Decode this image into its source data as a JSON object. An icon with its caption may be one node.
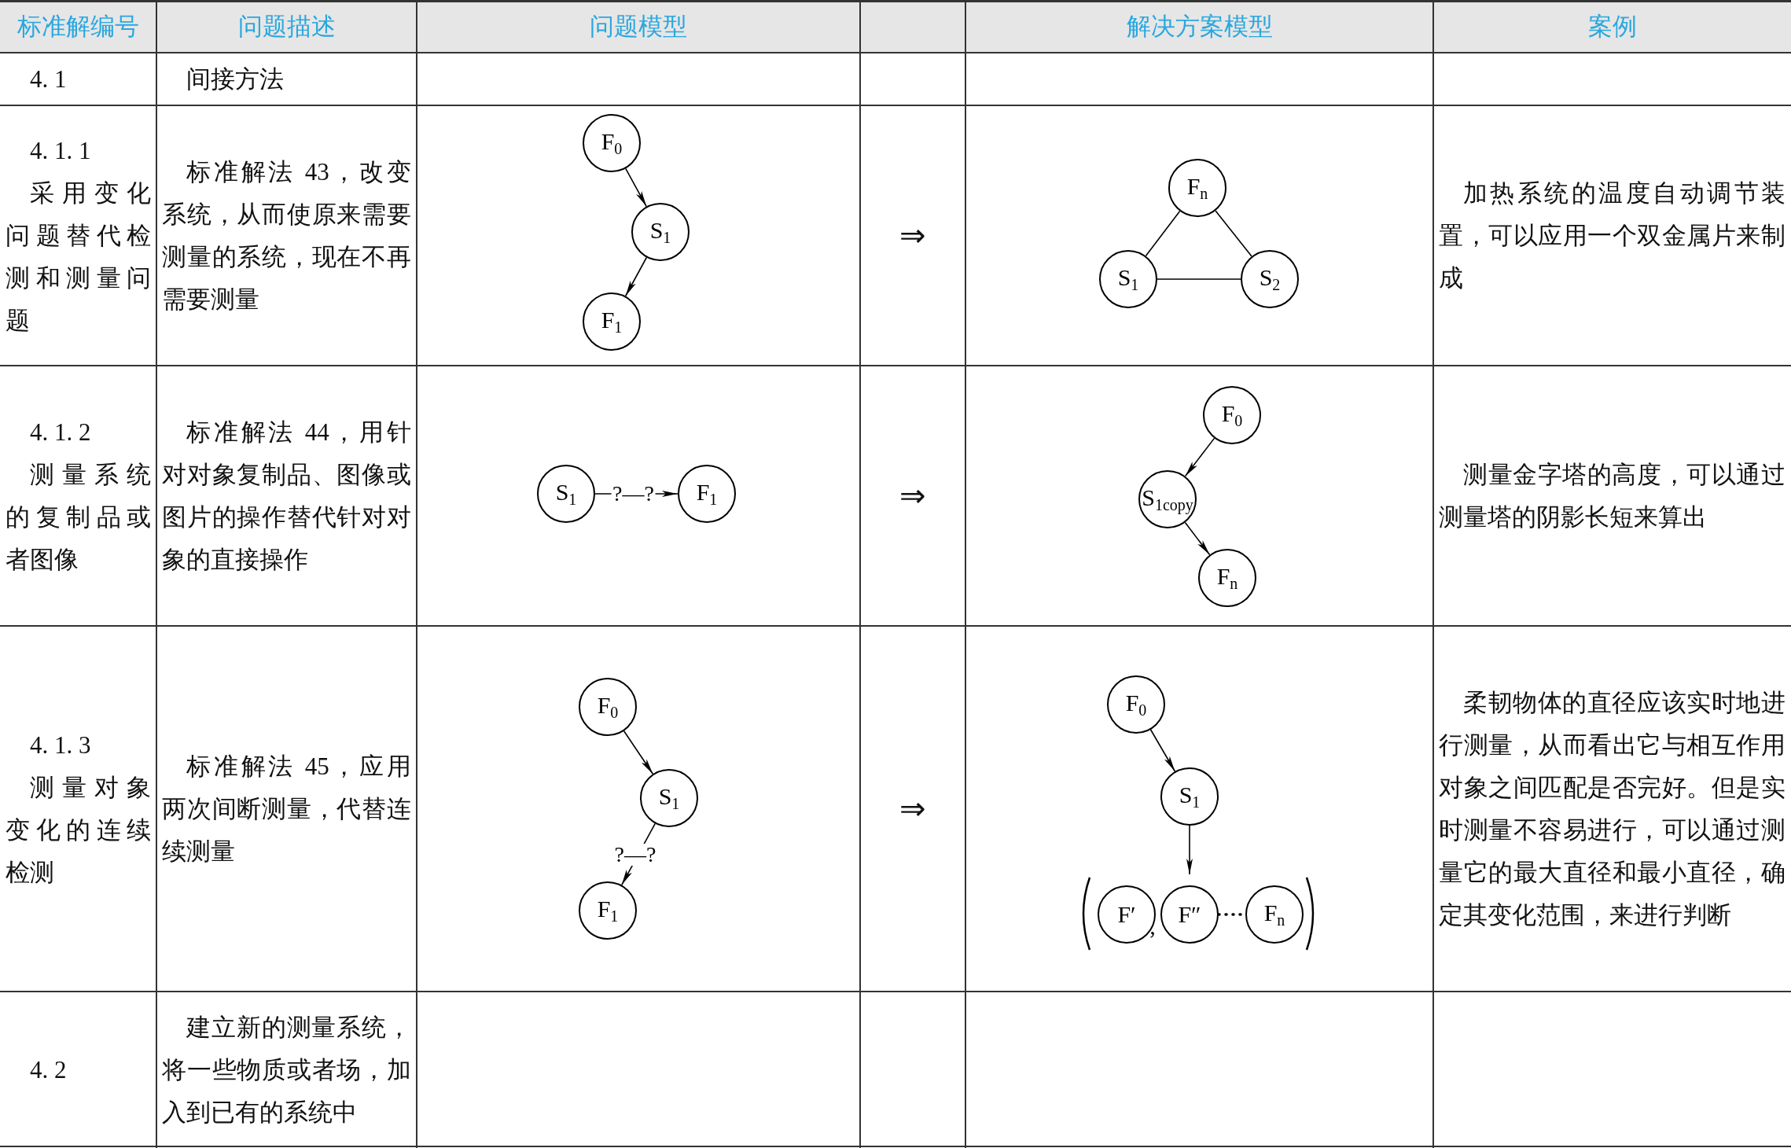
{
  "diagram": {
    "nodes": [
      {
        "text": [
          "F$_{0}$"
        ]
      },
      {
        "text": [
          "S$_{1}$"
        ]
      },
      {
        "text": [
          "F$_{1}$"
        ]
      },
      {
        "text": [
          "F$_{n}$"
        ]
      },
      {
        "text": [
          "S$_{1}$"
        ]
      },
      {
        "text": [
          "S$_{2}$"
        ]
      },
      {
        "text": [
          "S$_{1}$"
        ]
      },
      {
        "text": [
          "F$_{1}$"
        ]
      },
      {
        "text": [
          "F$_{0}$"
        ]
      },
      {
        "text": [
          "S$_{1copy}$"
        ]
      },
      {
        "text": [
          "F$_{n}$"
        ]
      },
      {
        "text": [
          "F$_{0}$"
        ]
      },
      {
        "text": [
          "S$_{1}$"
        ]
      },
      {
        "text": [
          "F$_{1}$"
        ]
      },
      {
        "text": [
          "F$_{0}$"
        ]
      },
      {
        "text": [
          "S$_{1}$"
        ]
      },
      {
        "text": [],
        "shape": "parentheses"
      },
      {
        "text": [
          "F′"
        ],
        "in": 16
      },
      {
        "text": [
          "F″"
        ],
        "in": 16
      },
      {
        "text": [
          "F$_{n}$"
        ],
        "in": 16
      }
    ],
    "edges": [
      {
        "from": 0,
        "to": 1,
        "arrow": "to"
      },
      {
        "from": 1,
        "to": 2,
        "arrow": "to"
      },
      {
        "from": 3,
        "to": 4,
        "arrow": "none"
      },
      {
        "from": 3,
        "to": 5,
        "arrow": "none"
      },
      {
        "from": 4,
        "to": 5,
        "arrow": "none"
      },
      {
        "from": 6,
        "to": 7,
        "arrow": "to",
        "label": "?—?"
      },
      {
        "from": 8,
        "to": 9,
        "arrow": "to"
      },
      {
        "from": 9,
        "to": 10,
        "arrow": "to"
      },
      {
        "from": 11,
        "to": 12,
        "arrow": "to"
      },
      {
        "from": 12,
        "to": 13,
        "arrow": "to",
        "label": "?—?"
      },
      {
        "from": 14,
        "to": 15,
        "arrow": "to"
      },
      {
        "from": 15,
        "to": 16,
        "arrow": "to"
      },
      {
        "from": 18,
        "to": 19,
        "arrow": "none",
        "style": "dashed"
      }
    ],
    "labels": [
      "标准解编号",
      "问题描述",
      "问题模型",
      "解决方案模型",
      "案例",
      "4. 1",
      "间接方法",
      "4. 1. 1",
      "采用变化问题替代检测和测量问题",
      "标准解法 43，改变系统，从而使原来需要测量的系统，现在不再需要测量",
      "⇒",
      "加热系统的温度自动调节装置，可以应用一个双金属片来制成",
      "4. 1. 2",
      "测量系统的复制品或者图像",
      "标准解法 44，用针对对象复制品、图像或图片的操作替代针对对象的直接操作",
      "⇒",
      "测量金字塔的高度，可以通过测量塔的阴影长短来算出",
      "4. 1. 3",
      "测量对象变化的连续检测",
      "标准解法 45，应用两次间断测量，代替连续测量",
      "⇒",
      ",",
      "柔韧物体的直径应该实时地进行测量，从而看出它与相互作用对象之间匹配是否完好。但是实时测量不容易进行，可以通过测量它的最大直径和最小直径，确定其变化范围，来进行判断",
      "4. 2",
      "建立新的测量系统，将一些物质或者场，加入到已有的系统中"
    ]
  }
}
